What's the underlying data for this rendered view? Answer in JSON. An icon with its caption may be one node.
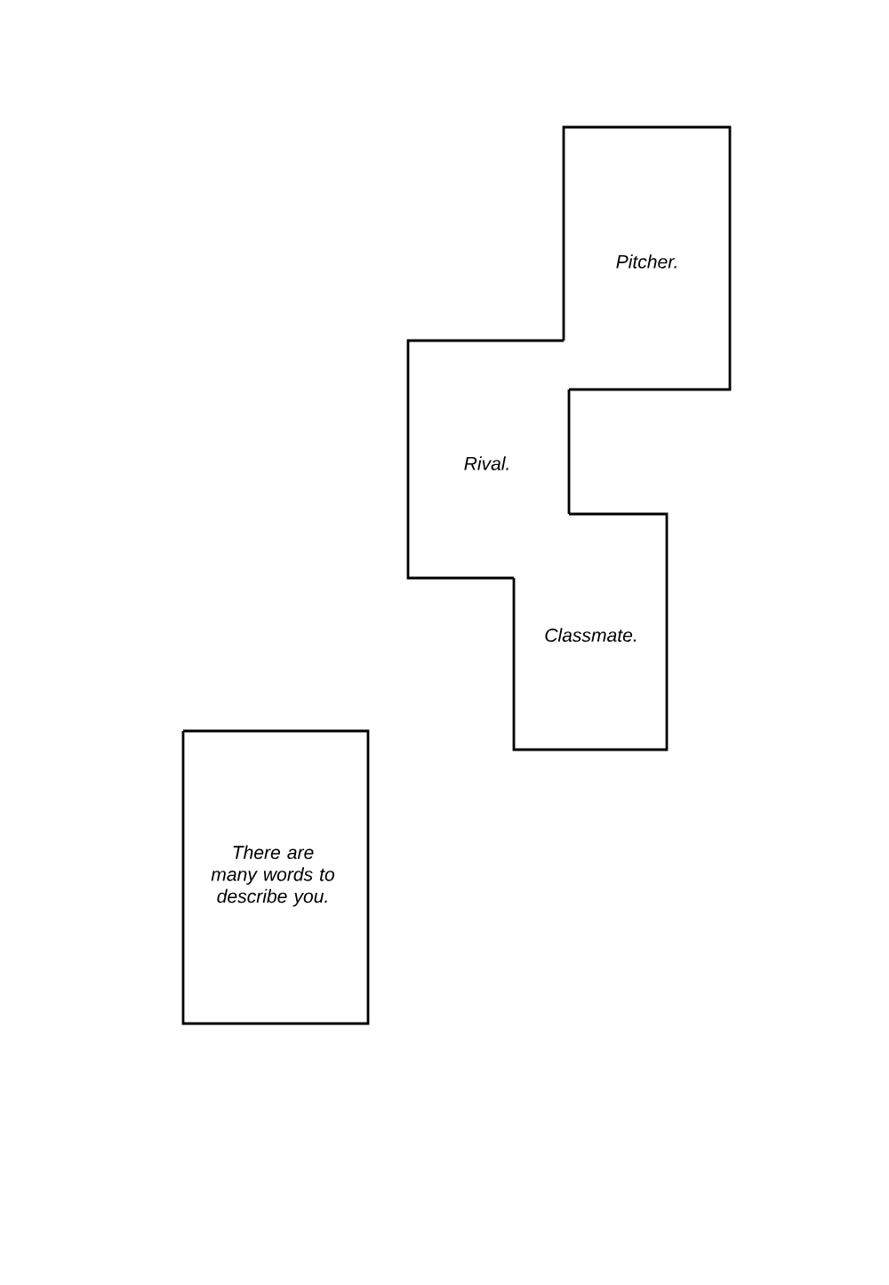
{
  "diagram": {
    "nodes": [
      {
        "text": [
          "Pitcher."
        ]
      },
      {
        "text": [
          "Rival."
        ]
      },
      {
        "text": [
          "Classmate."
        ]
      },
      {
        "text": [
          "There are many words to describe you."
        ]
      }
    ]
  }
}
